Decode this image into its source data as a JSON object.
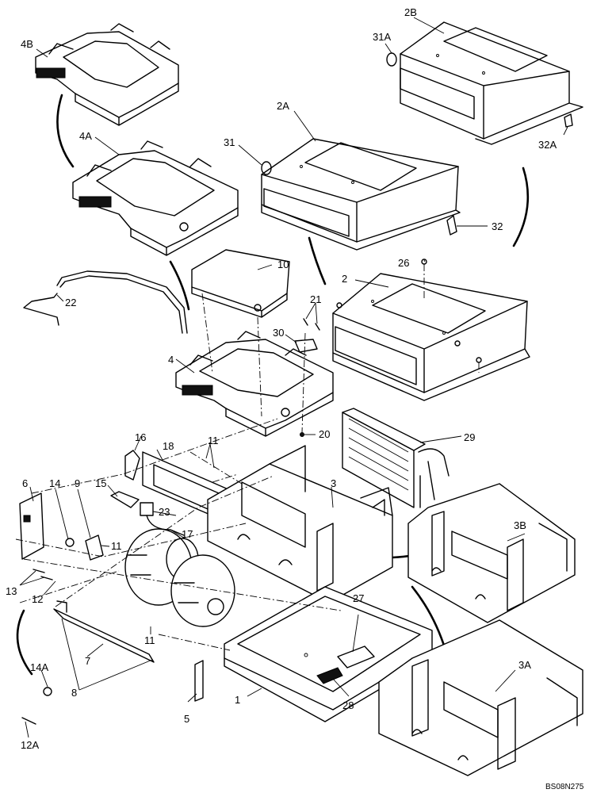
{
  "drawing_code": "BS08N275",
  "labels": {
    "l1": "1",
    "l2": "2",
    "l2A": "2A",
    "l2B": "2B",
    "l3": "3",
    "l3A": "3A",
    "l3B": "3B",
    "l4": "4",
    "l4A": "4A",
    "l4B": "4B",
    "l5": "5",
    "l6": "6",
    "l7": "7",
    "l8": "8",
    "l9": "9",
    "l10": "10",
    "l11a": "11",
    "l11b": "11",
    "l11c": "11",
    "l12": "12",
    "l12A": "12A",
    "l13": "13",
    "l14": "14",
    "l14A": "14A",
    "l15": "15",
    "l16": "16",
    "l17": "17",
    "l18": "18",
    "l20": "20",
    "l21": "21",
    "l22": "22",
    "l23": "23",
    "l26": "26",
    "l27": "27",
    "l28": "28",
    "l29": "29",
    "l30": "30",
    "l31": "31",
    "l31A": "31A",
    "l32": "32",
    "l32A": "32A"
  }
}
